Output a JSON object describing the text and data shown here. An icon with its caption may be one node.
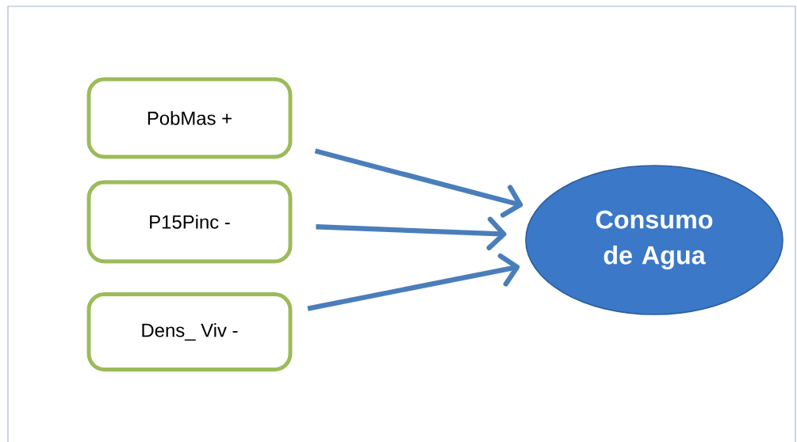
{
  "diagram": {
    "nodes": [
      {
        "text": [
          "PobMas   +"
        ]
      },
      {
        "text": [
          "P15Pinc   -"
        ]
      },
      {
        "text": [
          "Dens_ Viv   -"
        ]
      },
      {
        "text": [
          "Consumo de Agua"
        ]
      }
    ],
    "edges": [
      {
        "from": 0,
        "to": 3,
        "arrow": "to"
      },
      {
        "from": 1,
        "to": 3,
        "arrow": "to"
      },
      {
        "from": 2,
        "to": 3,
        "arrow": "to"
      }
    ]
  }
}
